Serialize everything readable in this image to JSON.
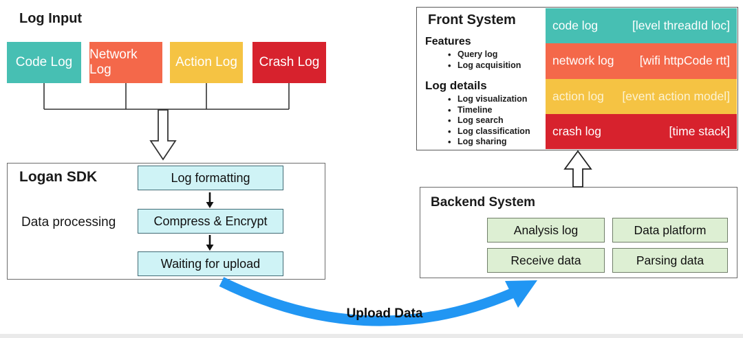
{
  "log_input": {
    "title": "Log Input",
    "boxes": [
      {
        "label": "Code Log",
        "color": "#47bfb3"
      },
      {
        "label": "Network Log",
        "color": "#f4684a"
      },
      {
        "label": "Action Log",
        "color": "#f5c343"
      },
      {
        "label": "Crash Log",
        "color": "#d7222d"
      }
    ]
  },
  "logan_sdk": {
    "title": "Logan SDK",
    "side_label": "Data processing",
    "steps": [
      {
        "label": "Log formatting"
      },
      {
        "label": "Compress & Encrypt"
      },
      {
        "label": "Waiting for upload"
      }
    ]
  },
  "front_system": {
    "title": "Front System",
    "features": {
      "heading": "Features",
      "items": [
        {
          "label": "Query log"
        },
        {
          "label": "Log acquisition"
        }
      ]
    },
    "log_details": {
      "heading": "Log details",
      "items": [
        {
          "label": "Log visualization"
        },
        {
          "label": "Timeline"
        },
        {
          "label": "Log search"
        },
        {
          "label": "Log classification"
        },
        {
          "label": "Log sharing"
        }
      ]
    },
    "rows": [
      {
        "label": "code log",
        "detail": "[level threadId loc]",
        "color": "#47bfb3",
        "text_color": "#ffffff"
      },
      {
        "label": "network log",
        "detail": "[wifi httpCode rtt]",
        "color": "#f4684a",
        "text_color": "#ffffff"
      },
      {
        "label": "action log",
        "detail": "[event action model]",
        "color": "#f5c343",
        "text_color": "#fcf3d2"
      },
      {
        "label": "crash log",
        "detail": "[time stack]",
        "color": "#d7222d",
        "text_color": "#ffffff"
      }
    ]
  },
  "backend_system": {
    "title": "Backend System",
    "boxes": [
      {
        "label": "Analysis log"
      },
      {
        "label": "Data platform"
      },
      {
        "label": "Receive data"
      },
      {
        "label": "Parsing data"
      }
    ]
  },
  "upload": {
    "label": "Upload Data",
    "arrow_color": "#2196f3"
  }
}
